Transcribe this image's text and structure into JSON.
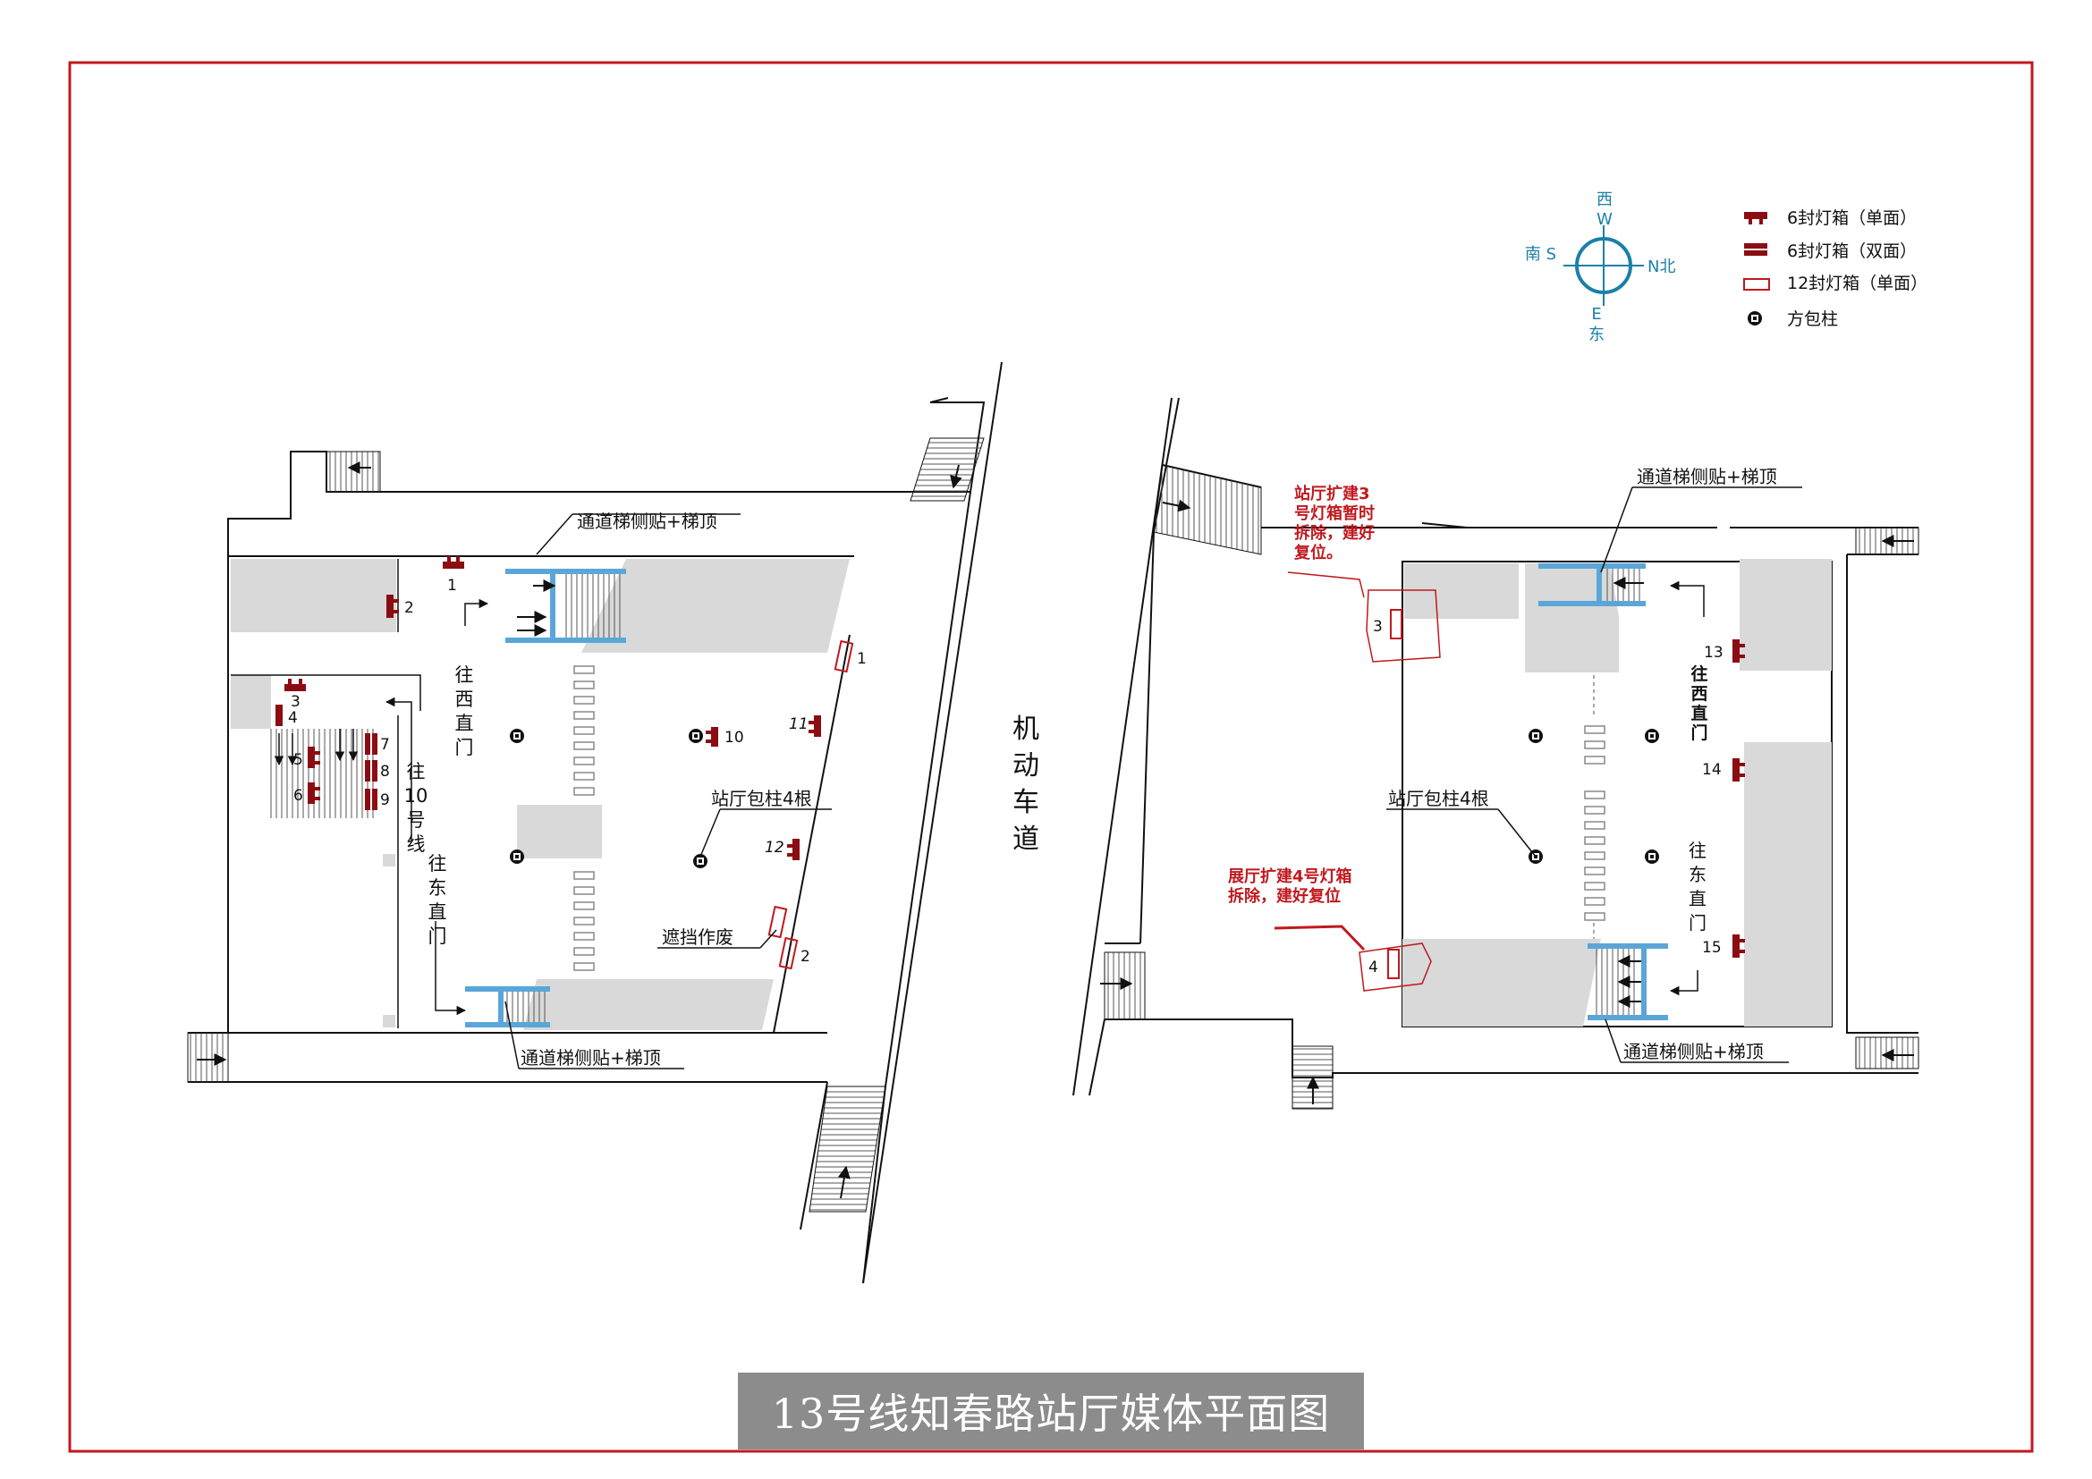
{
  "title": "13号线知春路站厅媒体平面图",
  "colors": {
    "frame": "#c0191e",
    "lightbox": "#8b0d12",
    "escalator": "#5aa6d8",
    "shaded_area": "#d9d9d9",
    "compass": "#1c7fa8"
  },
  "compass": {
    "north": "N北",
    "south": "南 S",
    "west": "西",
    "west_letter": "W",
    "east_letter": "E",
    "east": "东"
  },
  "legend": [
    {
      "icon": "lightbox-6-single-icon",
      "label": "6封灯箱（单面）"
    },
    {
      "icon": "lightbox-6-double-icon",
      "label": "6封灯箱（双面）"
    },
    {
      "icon": "lightbox-12-single-icon",
      "label": "12封灯箱（单面）"
    },
    {
      "icon": "square-pillar-icon",
      "label": "方包柱"
    }
  ],
  "road_label": [
    "机",
    "动",
    "车",
    "道"
  ],
  "west_hall": {
    "labels": {
      "escalator_top": "通道梯侧贴+梯顶",
      "escalator_bottom": "通道梯侧贴+梯顶",
      "pillars": "站厅包柱4根",
      "obstructed": "遮挡作废",
      "to_xizhimen": [
        "往",
        "西",
        "直",
        "门"
      ],
      "to_line10": [
        "往",
        "10",
        "号",
        "线"
      ],
      "to_dongzhimen": [
        "往",
        "东",
        "直",
        "门"
      ]
    },
    "lightbox_numbers": [
      "1",
      "2",
      "3",
      "4",
      "5",
      "6",
      "7",
      "8",
      "9",
      "10",
      "11",
      "12"
    ],
    "panel12_numbers": [
      "1",
      "2"
    ]
  },
  "east_hall": {
    "labels": {
      "escalator_top": "通道梯侧贴+梯顶",
      "escalator_bottom": "通道梯侧贴+梯顶",
      "pillars": "站厅包柱4根",
      "to_xizhimen": [
        "往",
        "西",
        "直",
        "门"
      ],
      "to_dongzhimen": [
        "往",
        "东",
        "直",
        "门"
      ]
    },
    "lightbox_numbers": [
      "13",
      "14",
      "15"
    ],
    "panel12_numbers": [
      "3",
      "4"
    ],
    "notes": {
      "note_3": [
        "站厅扩建3",
        "号灯箱暂时",
        "拆除，建好",
        "复位。"
      ],
      "note_4": [
        "展厅扩建4号灯箱",
        "拆除，建好复位"
      ]
    }
  }
}
